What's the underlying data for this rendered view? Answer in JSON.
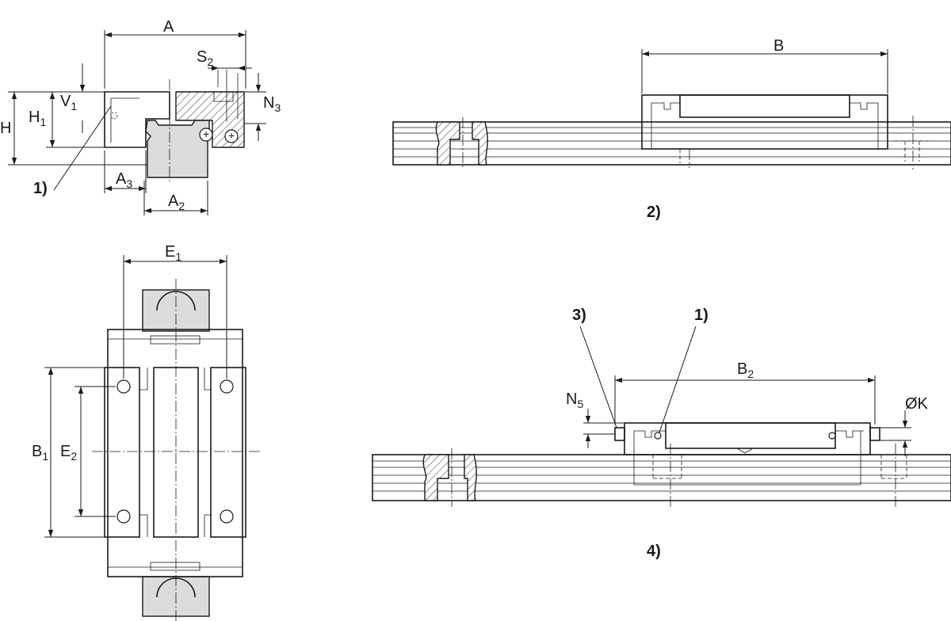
{
  "dimensions": {
    "A": {
      "base": "A",
      "sub": ""
    },
    "S2": {
      "base": "S",
      "sub": "2"
    },
    "N3": {
      "base": "N",
      "sub": "3"
    },
    "V1": {
      "base": "V",
      "sub": "1"
    },
    "H1": {
      "base": "H",
      "sub": "1"
    },
    "H": {
      "base": "H",
      "sub": ""
    },
    "A3": {
      "base": "A",
      "sub": "3"
    },
    "A2": {
      "base": "A",
      "sub": "2"
    },
    "B": {
      "base": "B",
      "sub": ""
    },
    "E1": {
      "base": "E",
      "sub": "1"
    },
    "B1": {
      "base": "B",
      "sub": "1"
    },
    "E2": {
      "base": "E",
      "sub": "2"
    },
    "B2": {
      "base": "B",
      "sub": "2"
    },
    "N5": {
      "base": "N",
      "sub": "5"
    },
    "K": {
      "base": "ØK",
      "sub": ""
    }
  },
  "callouts": {
    "c1_front": "1)",
    "c2": "2)",
    "c3": "3)",
    "c1_side": "1)",
    "c4": "4)"
  }
}
